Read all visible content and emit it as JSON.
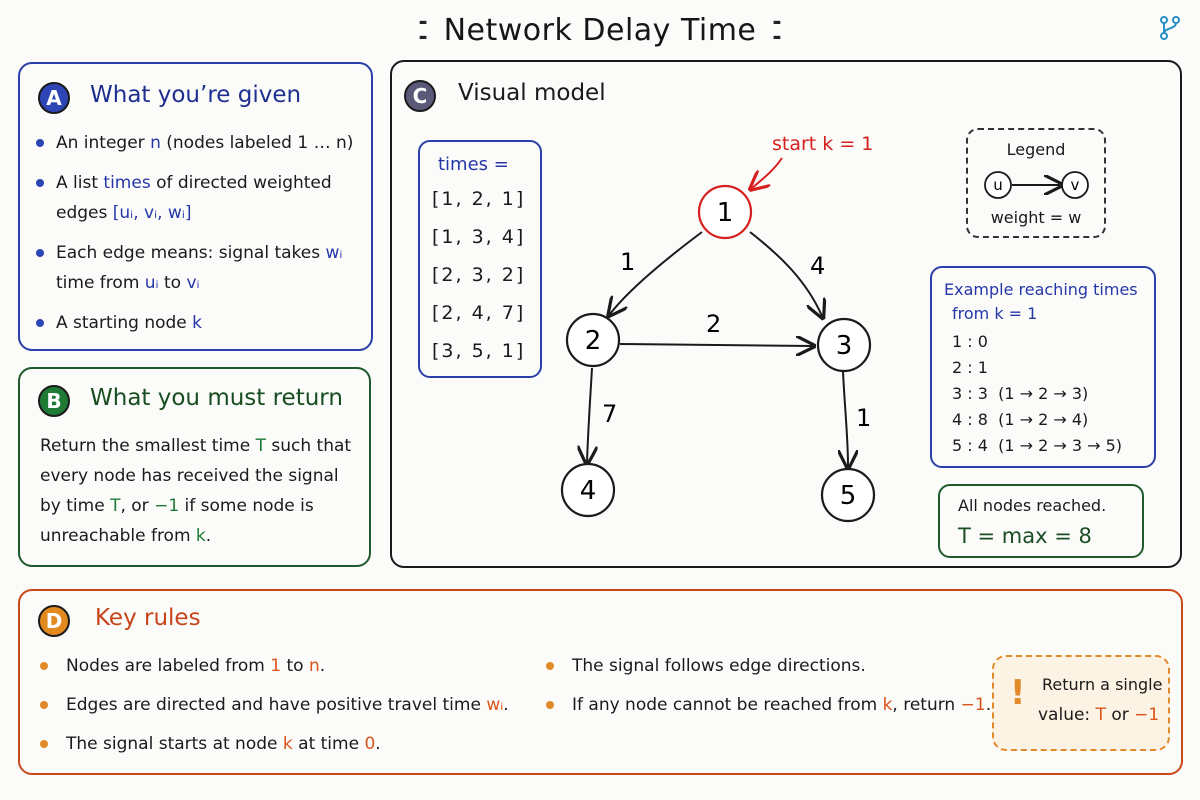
{
  "title": "Network Delay Time",
  "panel_a": {
    "badge": "A",
    "title": "What you’re given",
    "items": [
      {
        "pre": "An integer ",
        "hl": "n",
        "post": " (nodes labeled 1 … n)"
      },
      {
        "pre": "A list ",
        "hl": "times",
        "post": " of directed weighted edges ",
        "hl2": "[uᵢ, vᵢ, wᵢ]"
      },
      {
        "pre": "Each edge means: signal takes ",
        "hl": "wᵢ",
        "post": " time from ",
        "hl2": "uᵢ",
        "mid": " to ",
        "hl3": "vᵢ"
      },
      {
        "pre": "A starting node ",
        "hl": "k",
        "post": ""
      }
    ]
  },
  "panel_b": {
    "badge": "B",
    "title": "What you must return",
    "text_1": "Return the smallest time ",
    "T1": "T",
    "text_2": " such that every node has received the signal by time ",
    "T2": "T",
    "text_3": ", or ",
    "neg": "−1",
    "text_4": " if some node is unreachable from ",
    "k": "k",
    "text_5": "."
  },
  "panel_c": {
    "badge": "C",
    "title": "Visual model",
    "times_label": "times =",
    "times_rows": [
      "[1, 2, 1]",
      "[1, 3, 4]",
      "[2, 3, 2]",
      "[2, 4, 7]",
      "[3, 5, 1]"
    ],
    "start_label": "start k = 1",
    "nodes": [
      "1",
      "2",
      "3",
      "4",
      "5"
    ],
    "edge_weights": [
      "1",
      "4",
      "2",
      "7",
      "1"
    ],
    "legend_title": "Legend",
    "legend_u": "u",
    "legend_v": "v",
    "legend_weight": "weight = w",
    "reach_title_1": "Example reaching times",
    "reach_title_2": "from k = 1",
    "reach_rows": [
      {
        "node": "1 : 0",
        "path": ""
      },
      {
        "node": "2 : 1",
        "path": ""
      },
      {
        "node": "3 : 3",
        "path": "(1 → 2 → 3)"
      },
      {
        "node": "4 : 8",
        "path": "(1 → 2 → 4)"
      },
      {
        "node": "5 : 4",
        "path": "(1 → 2 → 3 → 5)"
      }
    ],
    "result_1": "All nodes reached.",
    "result_2": "T = max = 8"
  },
  "panel_d": {
    "badge": "D",
    "title": "Key rules",
    "left_items": [
      {
        "pre": "Nodes are labeled from ",
        "a": "1",
        "mid": " to ",
        "b": "n",
        "post": "."
      },
      {
        "pre": "Edges are directed and have positive travel time ",
        "a": "wᵢ",
        "mid": "",
        "b": "",
        "post": "."
      },
      {
        "pre": "The signal starts at node ",
        "a": "k",
        "mid": " at time ",
        "b": "0",
        "post": "."
      }
    ],
    "right_items": [
      {
        "pre": "The signal follows edge directions.",
        "a": "",
        "mid": "",
        "b": "",
        "post": ""
      },
      {
        "pre": "If any node cannot be reached from ",
        "a": "k",
        "mid": ", return ",
        "b": "−1",
        "post": "."
      }
    ],
    "note_bang": "!",
    "note_1": "Return a single",
    "note_2_pre": "value: ",
    "note_2_T": "T",
    "note_2_mid": " or ",
    "note_2_neg": "−1"
  },
  "colors": {
    "blue": "#2d45b5",
    "green": "#1f7a35",
    "red": "#d61f1f",
    "orange": "#d9541a"
  }
}
